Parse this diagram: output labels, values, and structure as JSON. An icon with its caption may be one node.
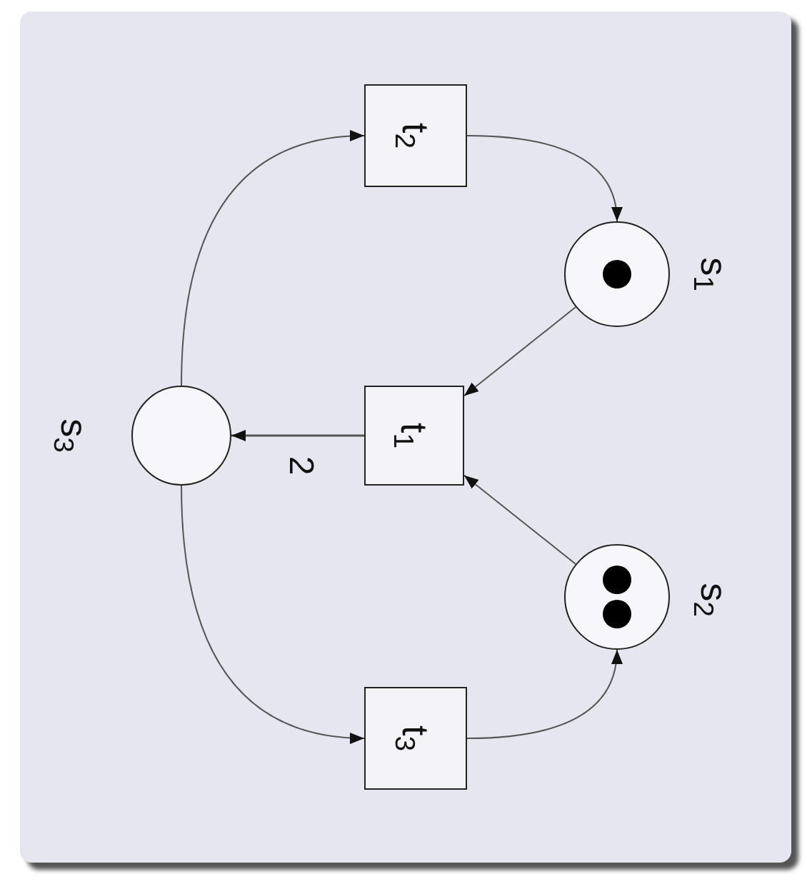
{
  "diagram": {
    "nodes": [
      {
        "text": [
          "t$_{2}$"
        ]
      },
      {
        "text": [],
        "shape": "circle",
        "beside": [
          "s$_{1}$"
        ]
      },
      {
        "text": [
          "t$_{1}$"
        ]
      },
      {
        "text": [],
        "shape": "circle",
        "beside": [
          "s$_{3}$"
        ]
      },
      {
        "text": [],
        "shape": "circle",
        "beside": [
          "s$_{2}$"
        ]
      },
      {
        "text": [
          "t$_{3}$"
        ]
      }
    ],
    "edges": [
      {
        "from": 0,
        "to": 1,
        "arrow": "to"
      },
      {
        "from": 1,
        "to": 2,
        "arrow": "to"
      },
      {
        "from": 4,
        "to": 2,
        "arrow": "to"
      },
      {
        "from": 2,
        "to": 3,
        "arrow": "to",
        "label": "2"
      },
      {
        "from": 3,
        "to": 0,
        "arrow": "to"
      },
      {
        "from": 3,
        "to": 5,
        "arrow": "to"
      },
      {
        "from": 5,
        "to": 4,
        "arrow": "to"
      }
    ]
  }
}
